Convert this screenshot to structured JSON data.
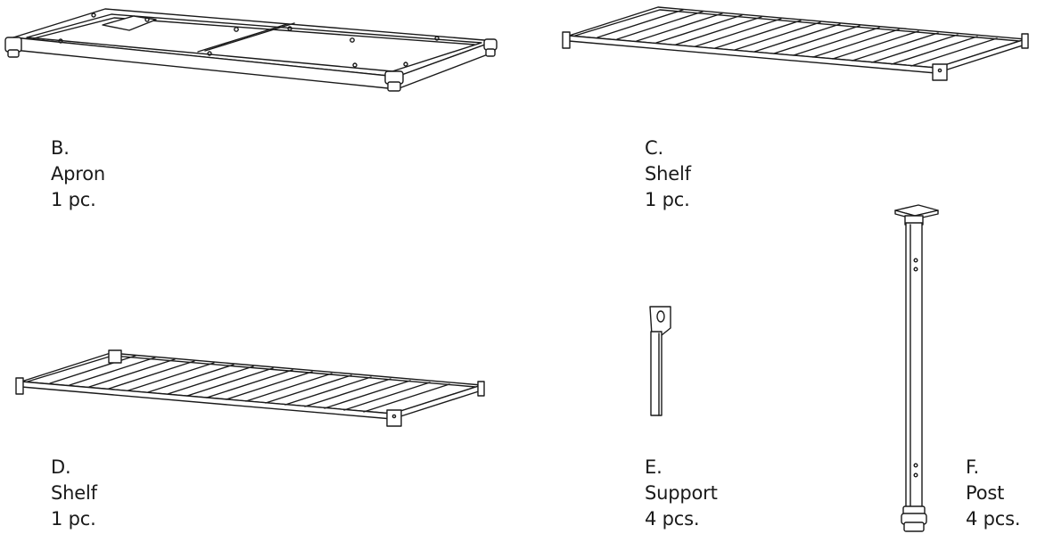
{
  "parts": {
    "b": {
      "letter": "B.",
      "name": "Apron",
      "quantity": "1 pc."
    },
    "c": {
      "letter": "C.",
      "name": "Shelf",
      "quantity": "1 pc."
    },
    "d": {
      "letter": "D.",
      "name": "Shelf",
      "quantity": "1 pc."
    },
    "e": {
      "letter": "E.",
      "name": "Support",
      "quantity": "4 pcs."
    },
    "f": {
      "letter": "F.",
      "name": "Post",
      "quantity": "4 pcs."
    }
  },
  "colors": {
    "line": "#1a1a1a",
    "background": "#ffffff"
  }
}
